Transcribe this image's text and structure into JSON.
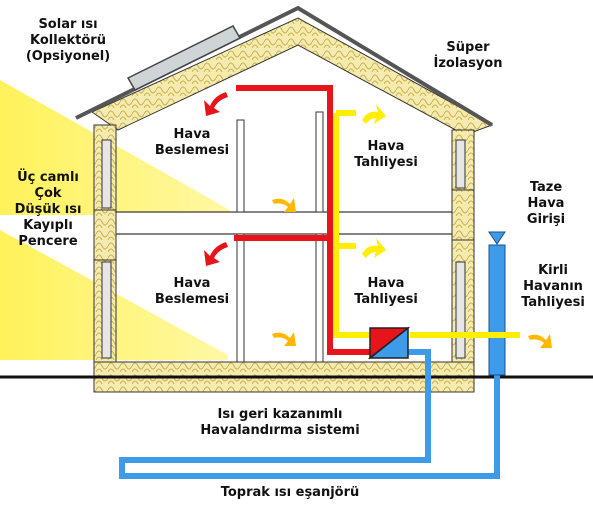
{
  "labels": {
    "solar_collector": "Solar ısı\nKollektörü\n(Opsiyonel)",
    "super_insulation": "Süper\nİzolasyon",
    "window": "Üç camlı\nÇok\nDüşük ısı\nKayıplı\nPencere",
    "air_supply_upper": "Hava\nBeslemesi",
    "air_exhaust_upper": "Hava\nTahliyesi",
    "air_supply_lower": "Hava\nBeslemesi",
    "air_exhaust_lower": "Hava\nTahliyesi",
    "fresh_air_intake": "Taze\nHava\nGirişi",
    "dirty_air_exhaust": "Kirli\nHavanın\nTahliyesi",
    "heat_recovery": "Isı geri kazanımlı\nHavalandırma sistemi",
    "ground_heat_exchanger": "Toprak ısı eşanjörü"
  },
  "colors": {
    "supply_duct": "#e8141b",
    "exhaust_duct": "#ffee00",
    "ground_duct": "#3d9be9",
    "insulation": "#f5ebb0",
    "sunlight": "#fff25a",
    "roof_line": "#555555",
    "airflow_arrow": "#ffb800"
  }
}
